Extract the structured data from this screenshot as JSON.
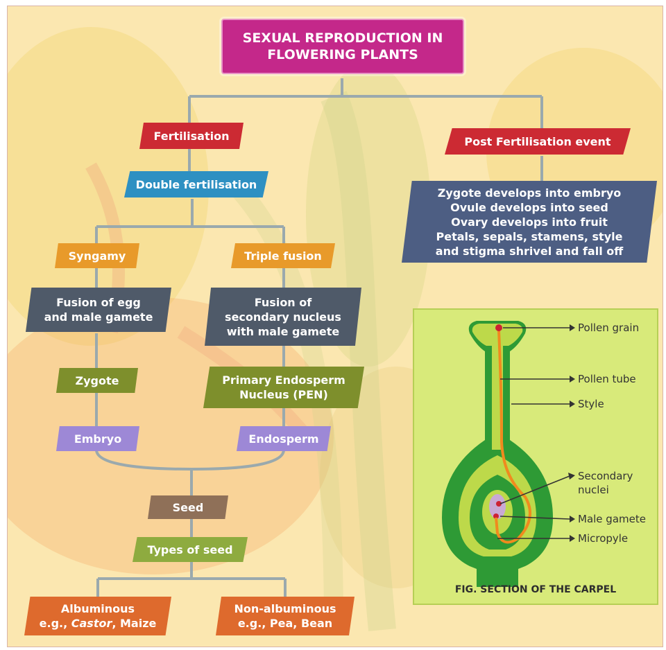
{
  "title": {
    "line1": "SEXUAL REPRODUCTION IN",
    "line2": "FLOWERING PLANTS"
  },
  "nodes": {
    "fertilisation": "Fertilisation",
    "post_fertilisation": "Post Fertilisation event",
    "double_fertilisation": "Double fertilisation",
    "post_events": [
      "Zygote develops into embryo",
      "Ovule develops into seed",
      "Ovary develops into fruit",
      "Petals, sepals, stamens, style",
      "and stigma shrivel and fall off"
    ],
    "syngamy": "Syngamy",
    "triple_fusion": "Triple fusion",
    "fusion_egg": [
      "Fusion of egg",
      "and male gamete"
    ],
    "fusion_secondary": [
      "Fusion of",
      "secondary nucleus",
      "with male gamete"
    ],
    "zygote": "Zygote",
    "pen": [
      "Primary Endosperm",
      "Nucleus (PEN)"
    ],
    "embryo": "Embryo",
    "endosperm": "Endosperm",
    "seed": "Seed",
    "types_of_seed": "Types of seed",
    "albuminous": {
      "name": "Albuminous",
      "eg": "e.g., ",
      "example_italic": "Castor",
      "example_rest": ", Maize"
    },
    "non_albuminous": {
      "name": "Non-albuminous",
      "example": "e.g., Pea, Bean"
    }
  },
  "figure": {
    "caption": "FIG. SECTION OF THE CARPEL",
    "labels": {
      "pollen_grain": "Pollen grain",
      "pollen_tube": "Pollen tube",
      "style": "Style",
      "secondary_nuclei_1": "Secondary",
      "secondary_nuclei_2": "nuclei",
      "male_gamete": "Male gamete",
      "micropyle": "Micropyle"
    }
  },
  "colors": {
    "background": "#fbe7b0",
    "title": "#c4288a",
    "connector": "#9aa9ad",
    "fertilisation": "#cc2a33",
    "double_fertilisation": "#2e90c2",
    "syngamy": "#e89a2a",
    "fusion": "#4f5a69",
    "post_events": "#4d5e83",
    "zygote": "#7e8f2c",
    "embryo": "#9d88d6",
    "seed": "#8f7058",
    "types_of_seed": "#8eab3f",
    "seed_types": "#de6a2d",
    "figure_panel": "#d8ea7a"
  }
}
